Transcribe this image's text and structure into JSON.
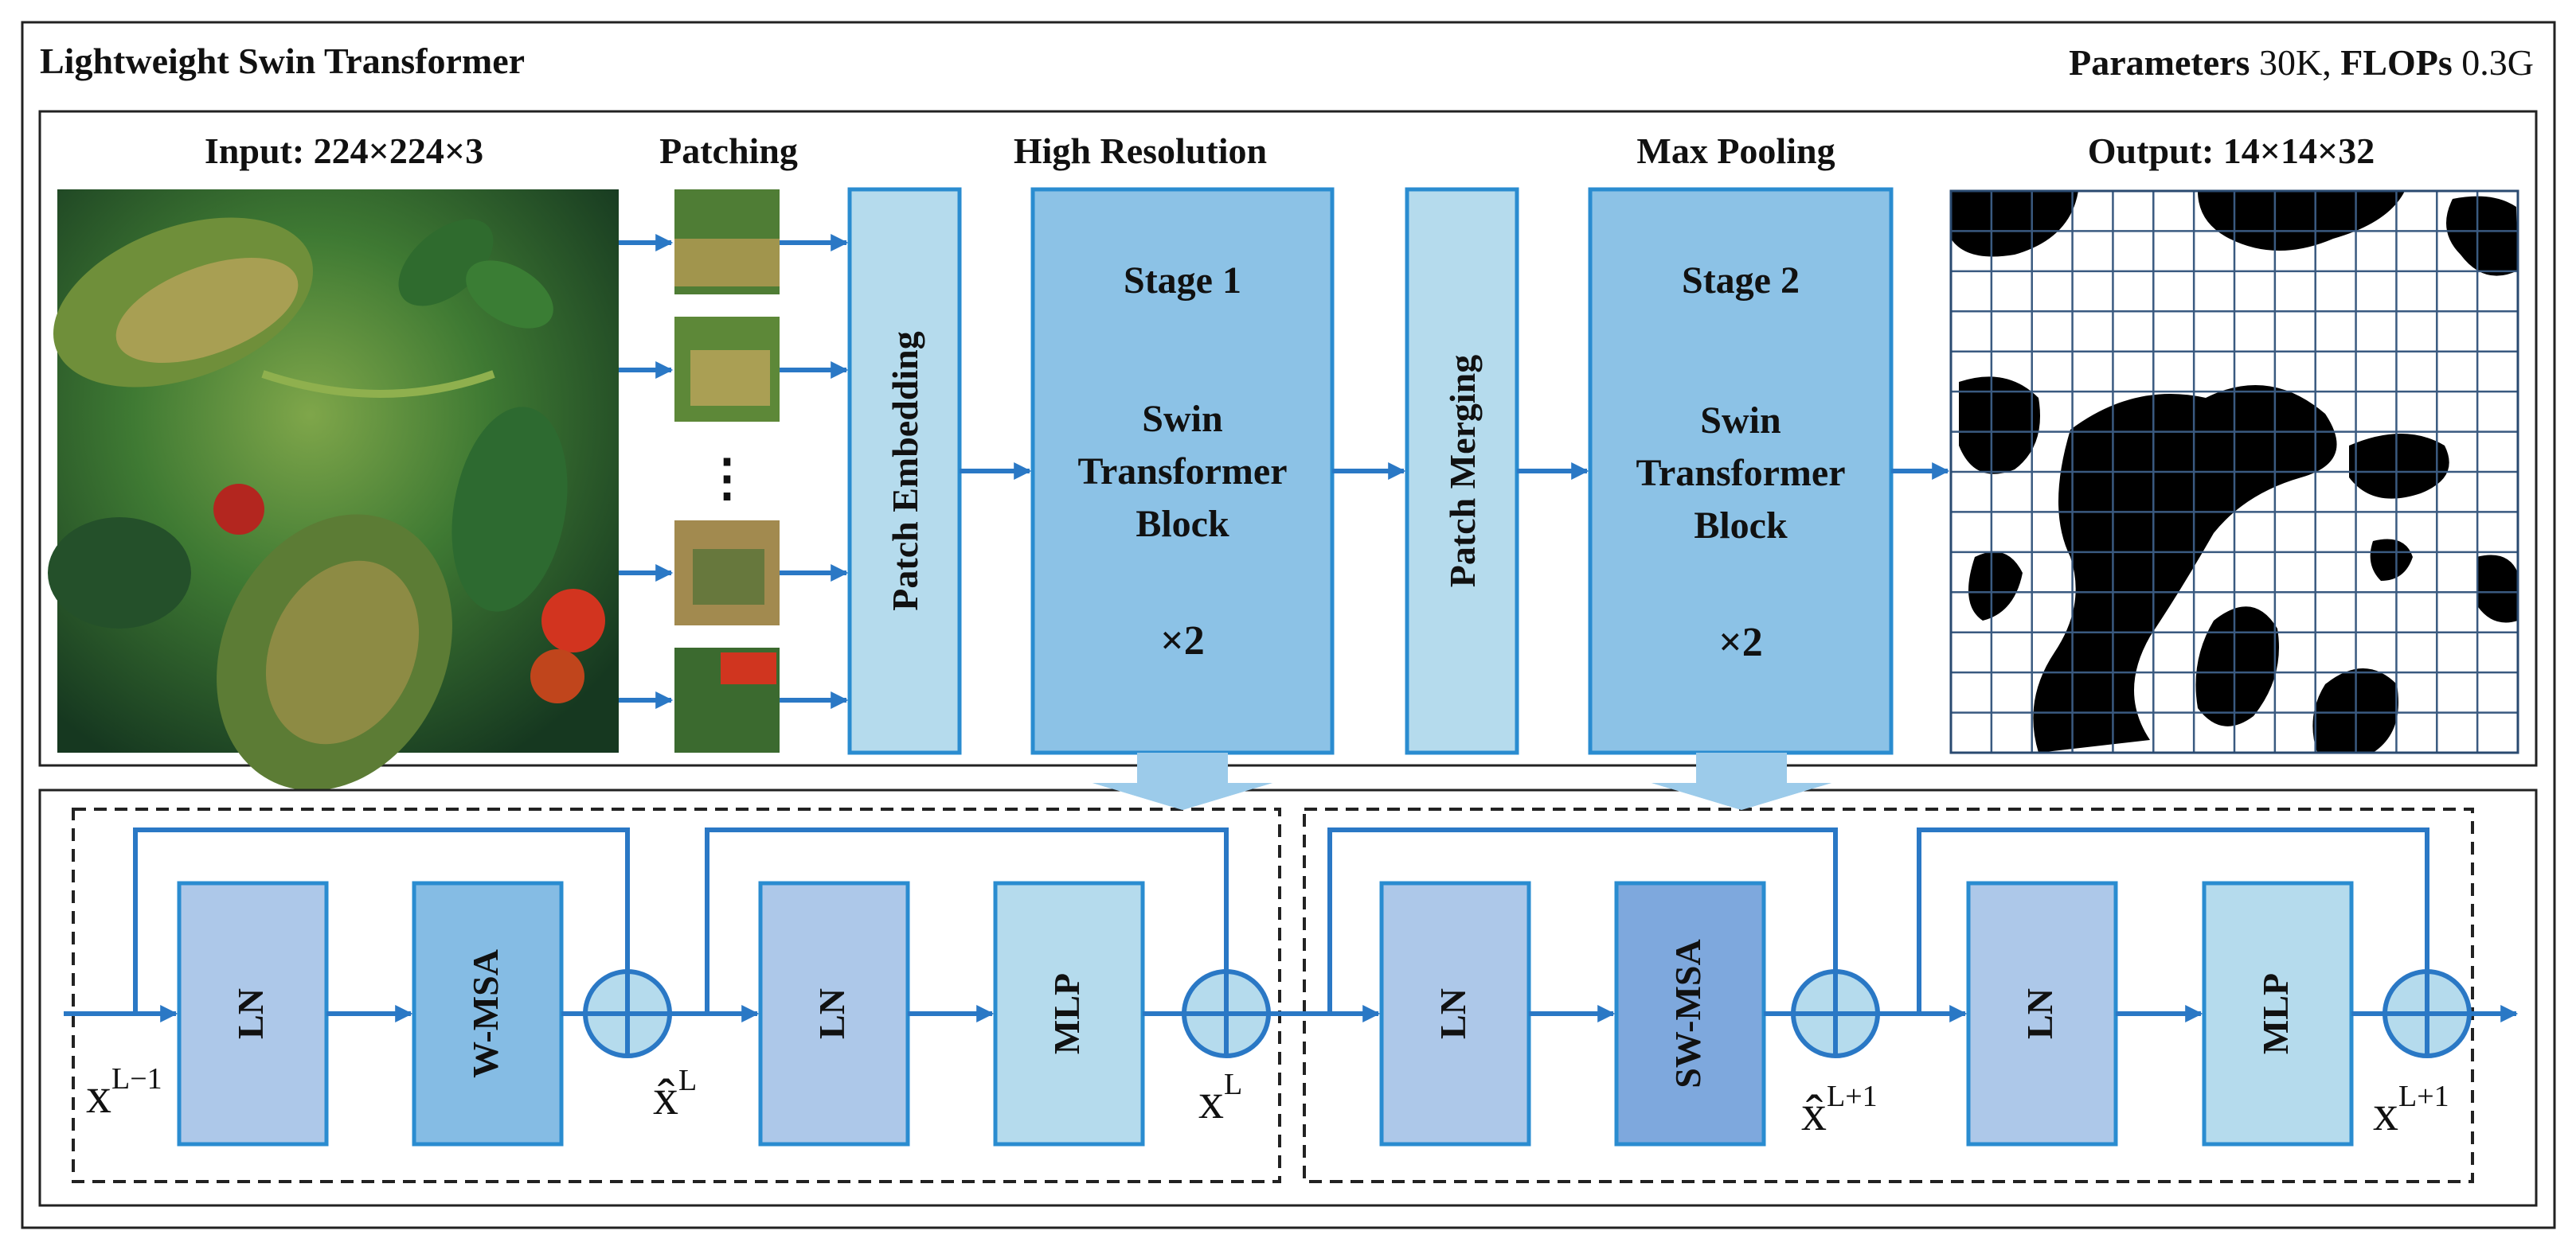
{
  "title": "Lightweight Swin Transformer",
  "stats": {
    "params_label": "Parameters",
    "params_value": "30K,",
    "flops_label": "FLOPs",
    "flops_value": "0.3G"
  },
  "top": {
    "input_label": "Input: 224×224×3",
    "patching_label": "Patching",
    "ellipsis": "⋮",
    "patch_embedding": "Patch Embedding",
    "high_res_label": "High Resolution",
    "stage1": {
      "title": "Stage 1",
      "line1": "Swin",
      "line2": "Transformer",
      "line3": "Block",
      "repeat": "×2"
    },
    "patch_merging": "Patch Merging",
    "max_pooling_label": "Max Pooling",
    "stage2": {
      "title": "Stage 2",
      "line1": "Swin",
      "line2": "Transformer",
      "line3": "Block",
      "repeat": "×2"
    },
    "output_label": "Output: 14×14×32",
    "output_grid_size": 14
  },
  "bottom": {
    "left_block": {
      "ln1": "LN",
      "msa": "W-MSA",
      "ln2": "LN",
      "mlp": "MLP",
      "x_in": "x",
      "x_in_sup": "L−1",
      "x_mid": "x̂",
      "x_mid_sup": "L",
      "x_out": "x",
      "x_out_sup": "L"
    },
    "right_block": {
      "ln1": "LN",
      "msa": "SW-MSA",
      "ln2": "LN",
      "mlp": "MLP",
      "x_mid": "x̂",
      "x_mid_sup": "L+1",
      "x_out": "x",
      "x_out_sup": "L+1"
    }
  },
  "colors": {
    "blue_line": "#2a78c5",
    "light_box": "#b5dbed",
    "mid_box": "#8cc2e6",
    "ln_box": "#adc8e9",
    "msa_box": "#85bce4",
    "swmsa_box": "#7ea8dd",
    "down_arrow": "#9ccbea"
  }
}
